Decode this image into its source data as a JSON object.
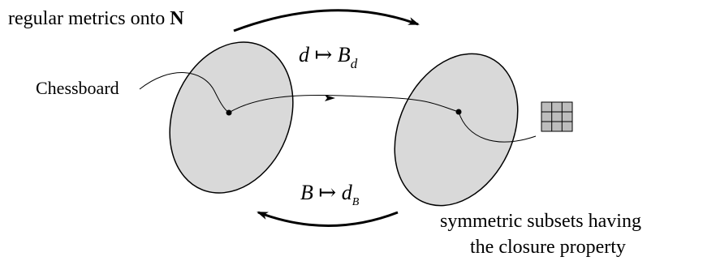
{
  "diagram": {
    "left_set_label": {
      "prefix": "regular metrics onto ",
      "bold_symbol": "N"
    },
    "right_set_label": {
      "line1": "symmetric subsets having",
      "line2": "the closure property"
    },
    "top_map": {
      "var": "d",
      "arrow": "↦",
      "result": "B",
      "subscript": "d"
    },
    "bottom_map": {
      "var": "B",
      "arrow": "↦",
      "result": "d",
      "subscript": "B"
    },
    "chessboard_label": "Chessboard",
    "colors": {
      "set_fill": "#d9d9d9",
      "grid_fill": "#bdbdbd",
      "stroke": "#000000"
    },
    "icons": {
      "grid": "grid-3x3-icon"
    }
  }
}
